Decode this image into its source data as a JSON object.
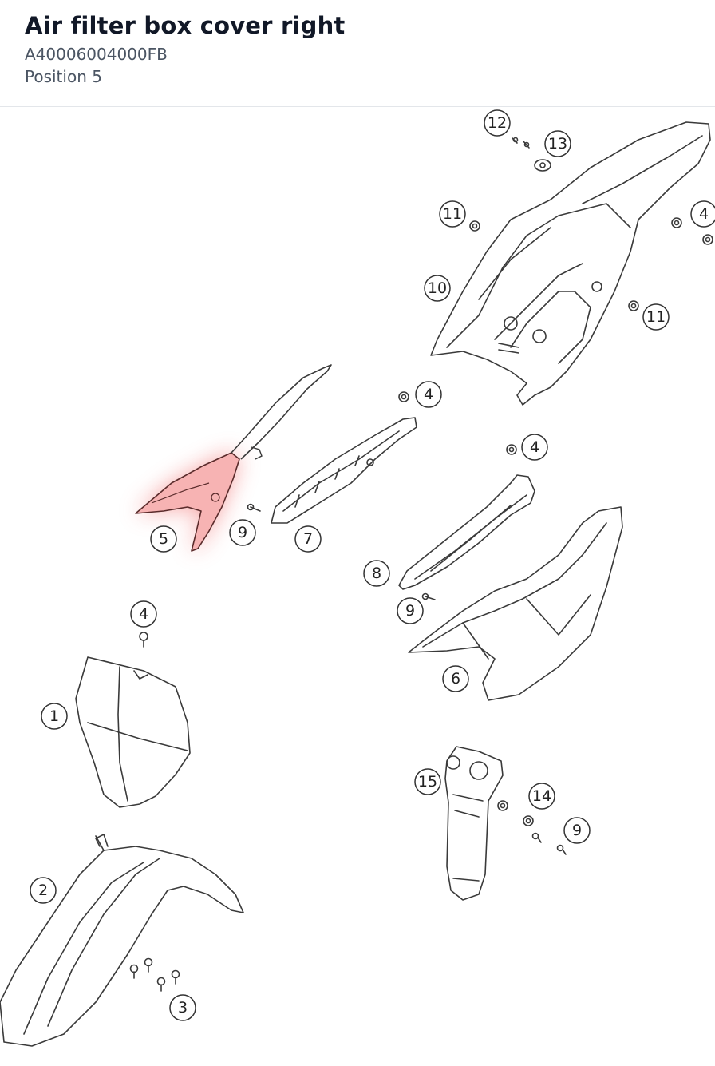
{
  "header": {
    "title": "Air filter box cover right",
    "part_number": "A40006004000FB",
    "position": "Position 5"
  },
  "diagram": {
    "highlight_color": "#f05a5a",
    "selected_callout": "5",
    "callouts": [
      "12",
      "13",
      "11",
      "4",
      "10",
      "11",
      "4",
      "4",
      "5",
      "9",
      "7",
      "8",
      "9",
      "6",
      "4",
      "1",
      "15",
      "14",
      "9",
      "2",
      "3"
    ]
  }
}
